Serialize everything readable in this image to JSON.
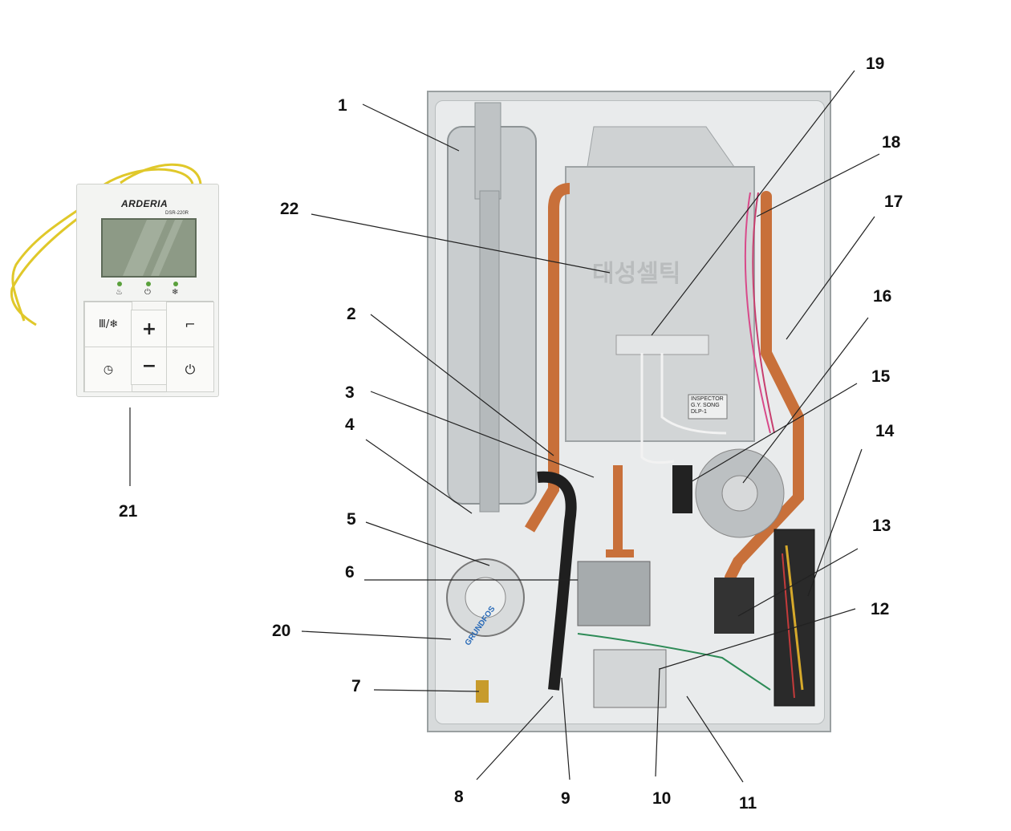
{
  "remote": {
    "brand": "ARDERIA",
    "model": "DSR-220R",
    "buttons": {
      "mode": "Ⅲ/❄",
      "plus": "+",
      "hot_water": "⌐",
      "timer": "◷",
      "minus": "−",
      "power": "⏻"
    },
    "indicators": [
      "♨",
      "⏻",
      "❄"
    ]
  },
  "boiler": {
    "badge_line1": "INSPECTOR",
    "badge_line2": "G.Y. SONG",
    "badge_line3": "DLP-1",
    "pump_brand": "GRUNDFOS",
    "korean_brand": "대성셀틱"
  },
  "labels": {
    "l1": "1",
    "l2": "2",
    "l3": "3",
    "l4": "4",
    "l5": "5",
    "l6": "6",
    "l7": "7",
    "l8": "8",
    "l9": "9",
    "l10": "10",
    "l11": "11",
    "l12": "12",
    "l13": "13",
    "l14": "14",
    "l15": "15",
    "l16": "16",
    "l17": "17",
    "l18": "18",
    "l19": "19",
    "l20": "20",
    "l21": "21",
    "l22": "22"
  },
  "colors": {
    "copper": "#c8703a",
    "panel": "#d9dcdc",
    "wire_yellow": "#e8d23a",
    "led_green": "#5aa03c"
  }
}
